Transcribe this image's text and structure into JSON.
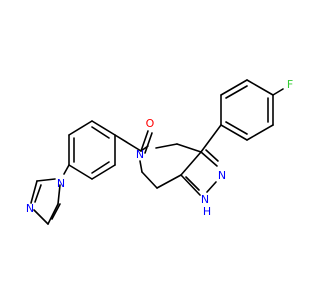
{
  "molecule": {
    "atoms": {
      "fluorine": "F",
      "carbonyl_oxygen": "O",
      "amide_nitrogen": "N",
      "pyrazole_n2": "N",
      "pyrazole_n1": "N",
      "pyrazole_h": "H",
      "imidazole_n1": "N",
      "imidazole_n3": "N"
    },
    "colors": {
      "bond": "#000000",
      "nitrogen": "#0000ff",
      "oxygen": "#ff0000",
      "fluorine": "#33cc33",
      "carbon_text": "#000000"
    }
  }
}
